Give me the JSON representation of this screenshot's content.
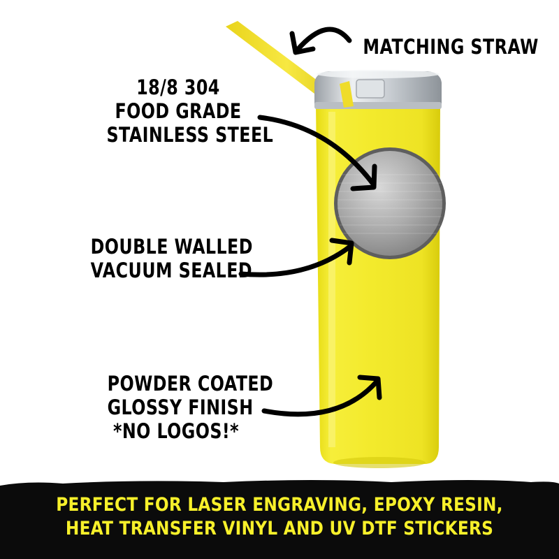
{
  "colors": {
    "tumbler": "#f2ea28",
    "tumbler_shadow": "#d9cf10",
    "straw": "#f0e02a",
    "lid": "#c9cdd2",
    "steel": "#a8a8a8",
    "banner_bg": "#0b0b0b",
    "banner_text": "#f7f02a",
    "label_text": "#000000"
  },
  "callouts": {
    "straw": {
      "lines": [
        "MATCHING STRAW"
      ]
    },
    "steel": {
      "lines": [
        "18/8 304",
        "FOOD GRADE",
        "STAINLESS STEEL"
      ]
    },
    "vacuum": {
      "lines": [
        "DOUBLE WALLED",
        "VACUUM SEALED"
      ]
    },
    "finish": {
      "lines": [
        "POWDER COATED",
        "GLOSSY FINISH",
        "*NO LOGOS!*"
      ]
    }
  },
  "banner": {
    "lines": [
      "PERFECT FOR LASER ENGRAVING, EPOXY RESIN,",
      "HEAT TRANSFER VINYL AND UV DTF STICKERS"
    ]
  },
  "icons": [
    "arrow-icon"
  ]
}
